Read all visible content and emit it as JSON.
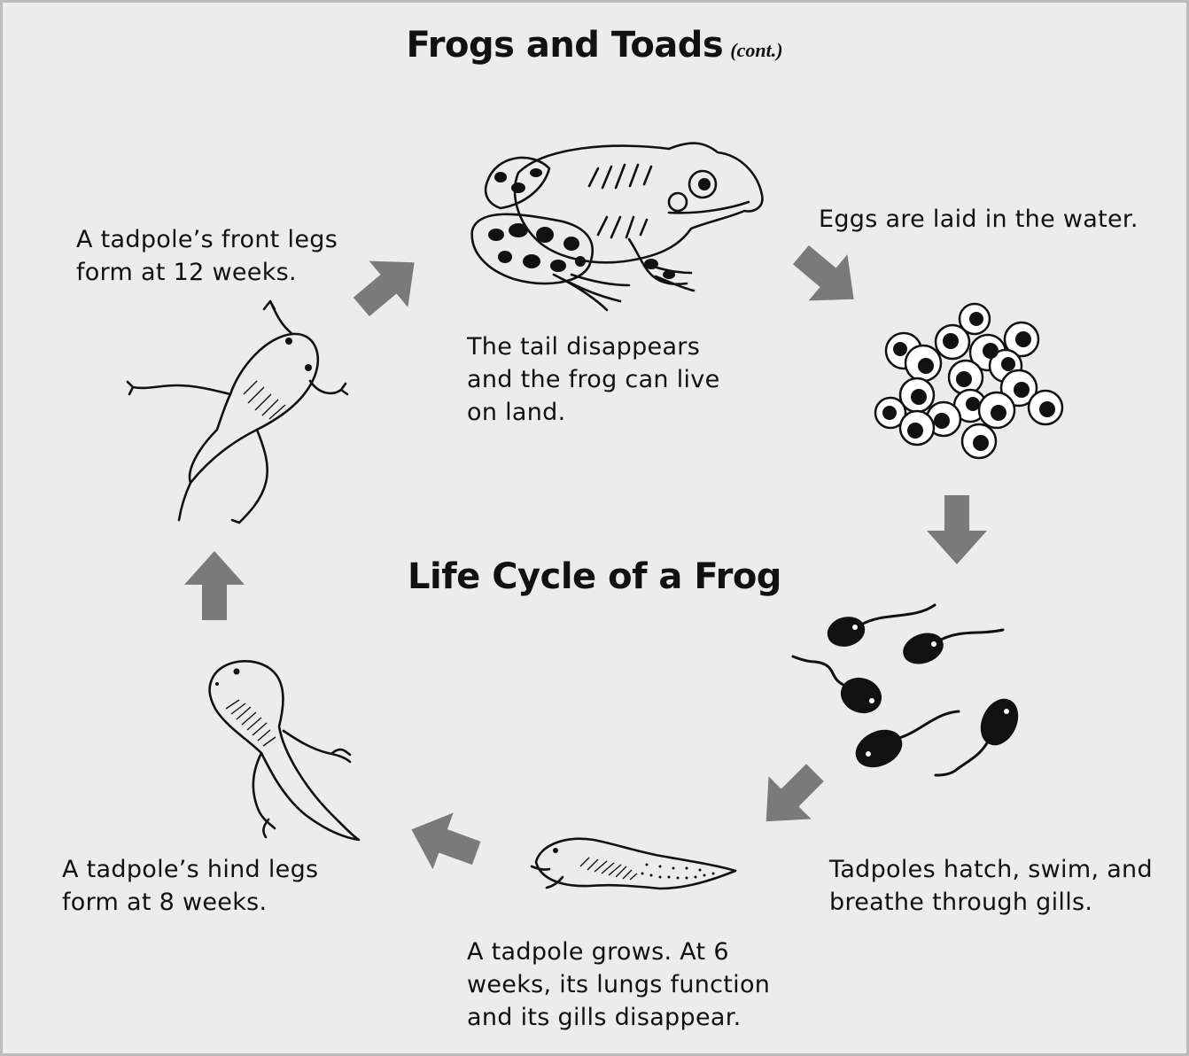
{
  "title": "Frogs and Toads",
  "title_suffix": "(cont.)",
  "center_title": "Life Cycle of a Frog",
  "stages": {
    "eggs": [
      "Eggs are laid in the water."
    ],
    "hatch": [
      "Tadpoles hatch, swim, and",
      "breathe through gills."
    ],
    "grow": [
      "A tadpole grows.  At 6",
      "weeks, its lungs function",
      "and its gills disappear."
    ],
    "hind_legs": [
      "A tadpole’s hind legs",
      "form at 8 weeks."
    ],
    "front_legs": [
      "A tadpole’s front legs",
      "form at 12 weeks."
    ],
    "adult": [
      "The tail disappears",
      "and the frog  can live",
      "on land."
    ]
  },
  "colors": {
    "arrow": "#7a7a7a",
    "background": "#ececec",
    "ink": "#111111"
  }
}
